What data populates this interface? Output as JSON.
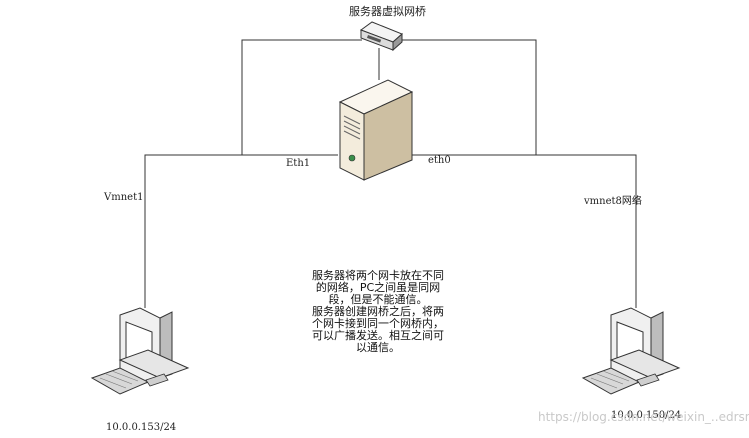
{
  "bridge": {
    "title": "服务器虚拟网桥"
  },
  "server": {
    "eth1_label": "Eth1",
    "eth0_label": "eth0"
  },
  "networks": {
    "left_label": "Vmnet1",
    "right_label": "vmnet8网络"
  },
  "hosts": {
    "left_ip": "10.0.0.153/24",
    "right_ip": "10.0.0.150/24"
  },
  "description": {
    "lines": [
      "服务器将两个网卡放在不同",
      "的网络，PC之间虽是同网",
      "段，但是不能通信。",
      "服务器创建网桥之后，将两",
      "个网卡接到同一个网桥内，",
      "可以广播发送。相互之间可",
      "以通信。"
    ]
  },
  "watermark": "https://blog.csdn.net/weixin_..edrsnet",
  "icons": {
    "bridge": "network-switch-icon",
    "server": "server-tower-icon",
    "left_pc": "desktop-computer-icon",
    "right_pc": "desktop-computer-icon"
  },
  "colors": {
    "line": "#333333",
    "server_body": "#efe6d2",
    "pc_body": "#f2f2f2"
  }
}
